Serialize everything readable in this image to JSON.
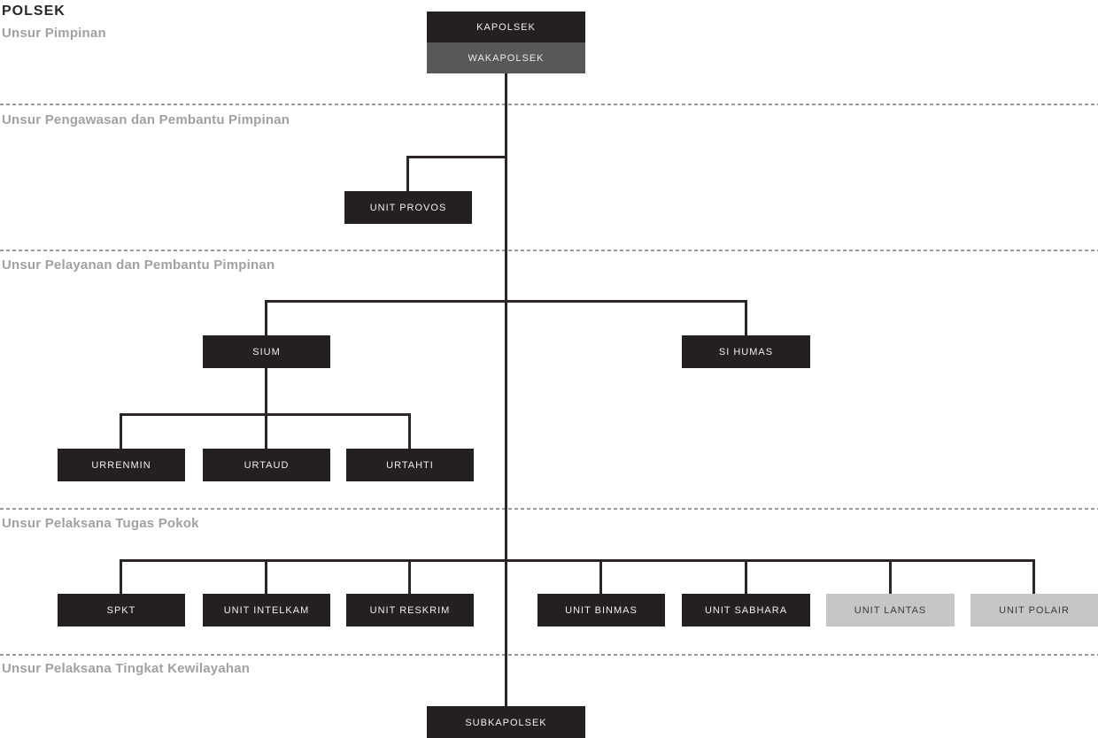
{
  "title": "POLSEK",
  "sections": {
    "pimpinan": "Unsur Pimpinan",
    "pengawasan": "Unsur Pengawasan dan Pembantu Pimpinan",
    "pelayanan": "Unsur Pelayanan dan Pembantu Pimpinan",
    "pelaksana_pokok": "Unsur Pelaksana Tugas Pokok",
    "kewilayahan": "Unsur Pelaksana Tingkat Kewilayahan"
  },
  "nodes": {
    "kapolsek": "KAPOLSEK",
    "wakapolsek": "WAKAPOLSEK",
    "unit_provos": "UNIT PROVOS",
    "sium": "SIUM",
    "si_humas": "SI HUMAS",
    "urrenmin": "URRENMIN",
    "urtaud": "URTAUD",
    "urtahti": "URTAHTI",
    "spkt": "SPKT",
    "unit_intelkam": "UNIT INTELKAM",
    "unit_reskrim": "UNIT RESKRIM",
    "unit_binmas": "UNIT BINMAS",
    "unit_sabhara": "UNIT SABHARA",
    "unit_lantas": "UNIT LANTAS",
    "unit_polair": "UNIT POLAIR",
    "subkapolsek": "SUBKAPOLSEK"
  },
  "colors": {
    "background": "#ffffff",
    "node_dark": "#241f20",
    "node_mid_gray": "#5a5757",
    "node_light_gray": "#c6c6c6",
    "node_text_light": "#f1efef",
    "node_text_dark": "#3d3937",
    "connector": "#2b2524",
    "section_heading": "#a1a1a3",
    "title": "#2b2627",
    "divider": "#9a9a9a"
  }
}
